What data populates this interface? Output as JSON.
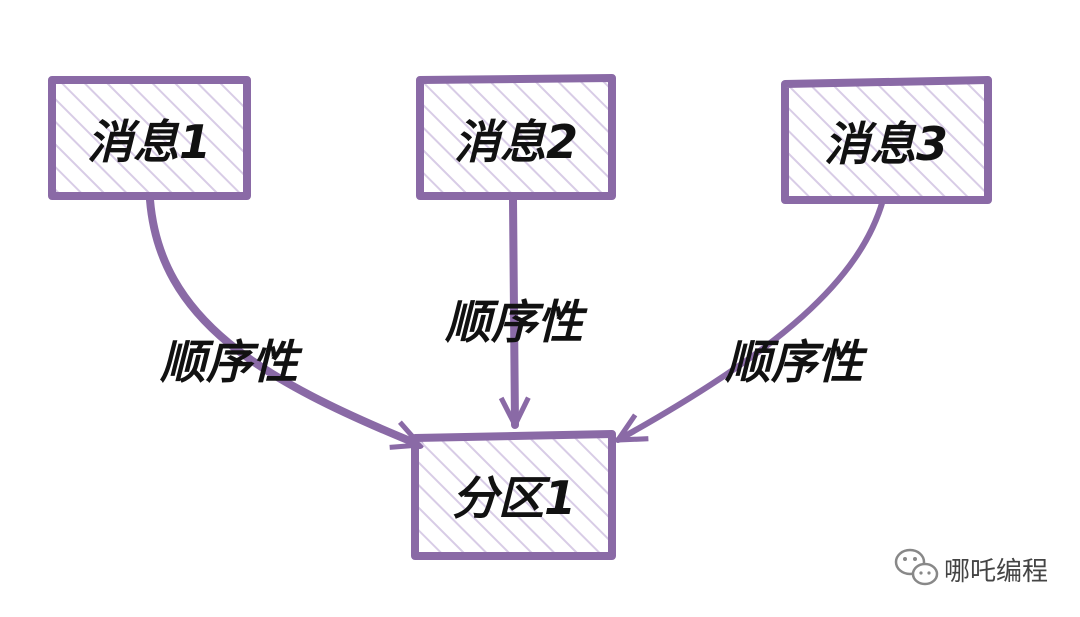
{
  "diagram": {
    "stroke_color": "#8a6aa6",
    "hatch_color": "#d8cce6",
    "text_color": "#111111",
    "nodes": {
      "msg1": "消息1",
      "msg2": "消息2",
      "msg3": "消息3",
      "partition": "分区1"
    },
    "edges": {
      "left": "顺序性",
      "center": "顺序性",
      "right": "顺序性"
    }
  },
  "watermark": {
    "icon": "wechat-icon",
    "text": "哪吒编程"
  }
}
